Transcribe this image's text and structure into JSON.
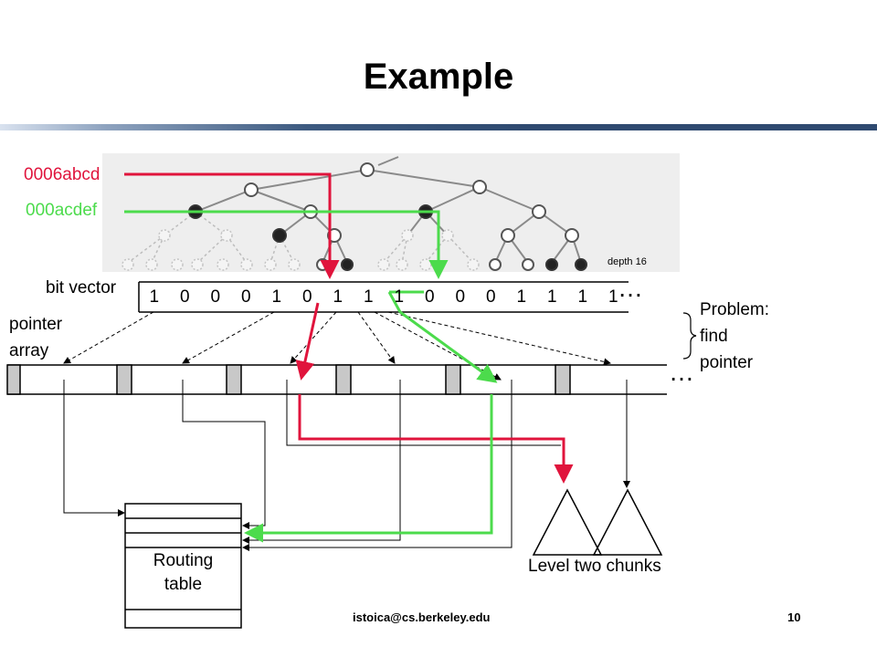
{
  "title": "Example",
  "addresses": {
    "red": {
      "text": "0006abcd",
      "color": "#e0143c"
    },
    "green": {
      "text": "000acdef",
      "color": "#4cdb4c"
    }
  },
  "labels": {
    "bit_vector": "bit vector",
    "pointer_array_line1": "pointer",
    "pointer_array_line2": "array",
    "problem_line1": "Problem:",
    "problem_line2": "find",
    "problem_line3": "pointer",
    "routing_table_line1": "Routing",
    "routing_table_line2": "table",
    "level_two": "Level two chunks",
    "depth": "depth 16",
    "ellipsis": "…"
  },
  "bit_vector": [
    "1",
    "0",
    "0",
    "0",
    "1",
    "0",
    "1",
    "1",
    "1",
    "0",
    "0",
    "0",
    "1",
    "1",
    "1",
    "1"
  ],
  "footer": {
    "email": "istoica@cs.berkeley.edu",
    "page": "10"
  }
}
